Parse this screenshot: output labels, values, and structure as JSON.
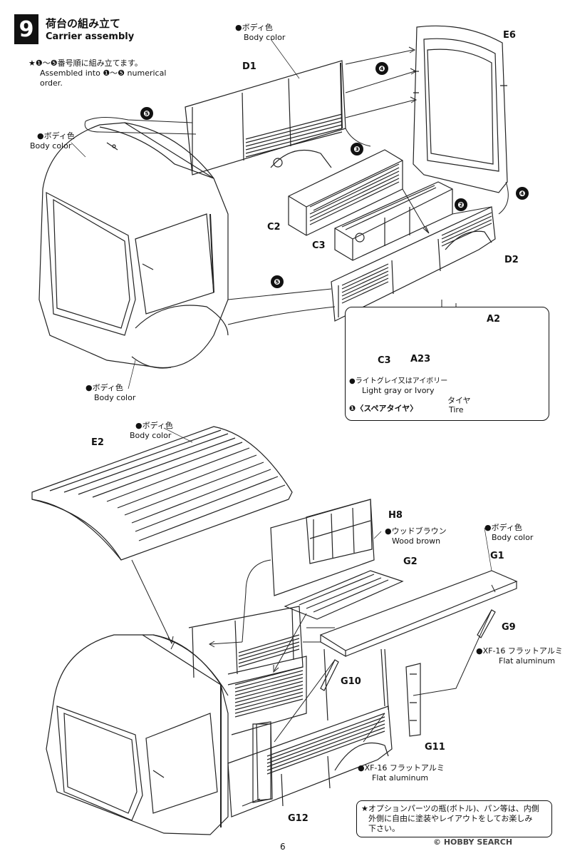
{
  "step": {
    "number": "9",
    "title_jp": "荷台の組み立て",
    "title_en": "Carrier assembly",
    "order_note_jp": "★❶〜❺番号順に組み立てます。",
    "order_note_en_1": "Assembled into ❶〜❺ numerical",
    "order_note_en_2": "order."
  },
  "callouts": {
    "n1": "❶",
    "n2": "❷",
    "n3": "❸",
    "n4": "❹",
    "n5": "❺"
  },
  "parts": {
    "d1": "D1",
    "e6": "E6",
    "c2": "C2",
    "c3": "C3",
    "d2": "D2",
    "a2": "A2",
    "a23": "A23",
    "c3_inset": "C3",
    "e2": "E2",
    "h8": "H8",
    "g2": "G2",
    "g1": "G1",
    "g9": "G9",
    "g10": "G10",
    "g11": "G11",
    "g12": "G12"
  },
  "labels": {
    "body_color_jp": "●ボディ色",
    "body_color_en": "Body color",
    "wood_brown_jp": "●ウッドブラウン",
    "wood_brown_en": "Wood brown",
    "xf16_jp": "●XF-16 フラットアルミ",
    "xf16_en": "Flat aluminum",
    "light_gray_jp": "●ライトグレイ又はアイボリー",
    "light_gray_en": "Light gray or Ivory",
    "tire_jp": "タイヤ",
    "tire_en": "Tire",
    "spare_tire": "❶〈スペアタイヤ〉"
  },
  "option_note": {
    "line1": "★オプションパーツの瓶(ボトル)、パン等は、内側",
    "line2": "外側に自由に塗装やレイアウトをしてお楽しみ",
    "line3": "下さい。"
  },
  "footer": {
    "page_number": "6",
    "watermark": "© HOBBY SEARCH"
  }
}
